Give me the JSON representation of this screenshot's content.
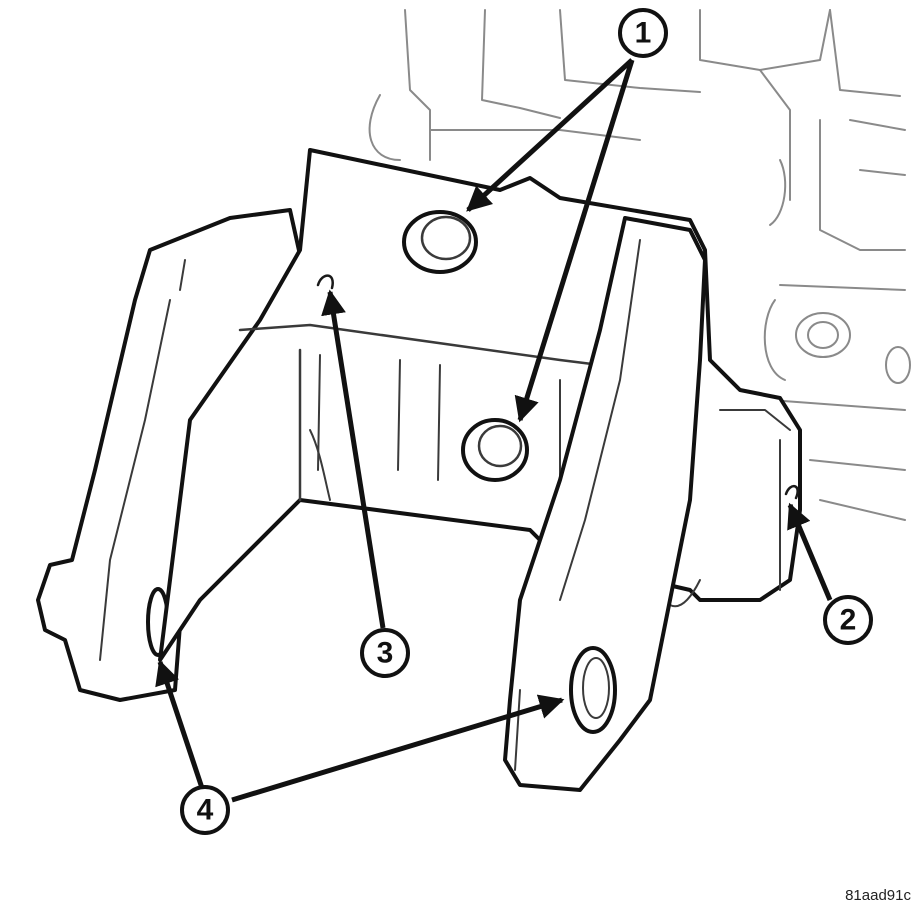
{
  "figure_code": "81aad91c",
  "callouts": [
    {
      "label": "1"
    },
    {
      "label": "2"
    },
    {
      "label": "3"
    },
    {
      "label": "4"
    }
  ],
  "colors": {
    "ink": "#111111",
    "faint": "#8a8a8a",
    "paper": "#ffffff"
  }
}
